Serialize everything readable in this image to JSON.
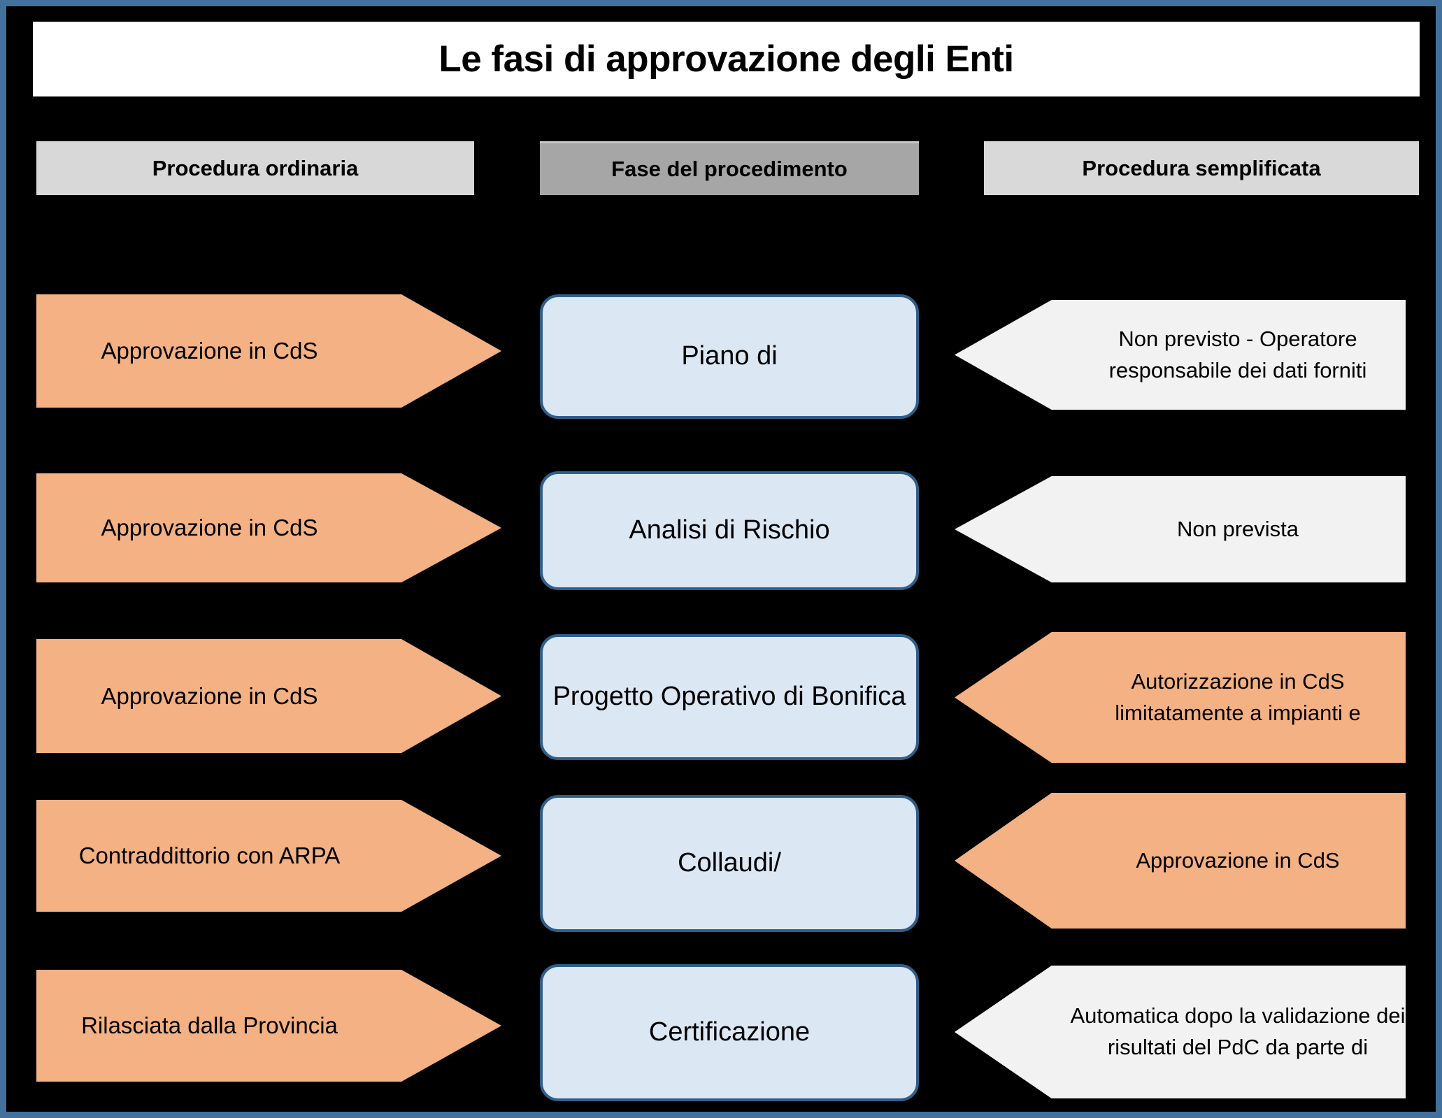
{
  "slide": {
    "title": "Le fasi di approvazione degli Enti",
    "frame_border_color": "#41719c",
    "background_color": "#000000"
  },
  "headers": {
    "left": "Procedura ordinaria",
    "center": "Fase del procedimento",
    "right": "Procedura semplificata",
    "left_color": "#d8d8d8",
    "center_color": "#a6a6a6",
    "right_color": "#d9d9d9"
  },
  "colors": {
    "orange": "#f4b183",
    "light_blue_fill": "#dce7f4",
    "blue_border": "#2e5f8a",
    "white_fill": "#f2f2f2"
  },
  "rows": [
    {
      "left": "Approvazione in CdS",
      "center": "Piano di",
      "right": "Non previsto - Operatore responsabile dei dati forniti",
      "right_style": "white"
    },
    {
      "left": "Approvazione in CdS",
      "center": "Analisi di Rischio",
      "right": "Non prevista",
      "right_style": "white"
    },
    {
      "left": "Approvazione in CdS",
      "center": "Progetto Operativo di Bonifica",
      "right": "Autorizzazione in CdS limitatamente a impianti e",
      "right_style": "orange"
    },
    {
      "left": "Contraddittorio con ARPA",
      "center": "Collaudi/",
      "right": "Approvazione in CdS",
      "right_style": "orange"
    },
    {
      "left": "Rilasciata dalla Provincia",
      "center": "Certificazione",
      "right": "Automatica dopo la validazione dei risultati del PdC da parte di",
      "right_style": "white"
    }
  ]
}
